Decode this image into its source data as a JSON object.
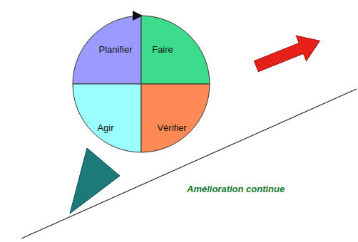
{
  "diagram": {
    "nodes": [
      {
        "text": [
          "Planifier"
        ]
      },
      {
        "text": [
          "Faire"
        ]
      },
      {
        "text": [
          "Agir"
        ]
      },
      {
        "text": [
          "Vérifier"
        ]
      }
    ],
    "labels": [
      "Amélioration continue"
    ]
  }
}
